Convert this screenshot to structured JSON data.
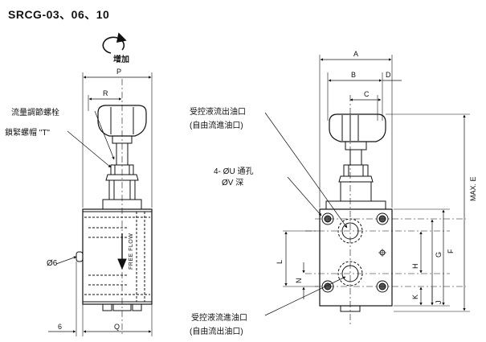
{
  "title": "SRCG-03、06、10",
  "rotation": {
    "label": "增加",
    "icon": "clockwise-rotation-arrow-icon"
  },
  "left_view": {
    "callouts": {
      "adjust_screw": "流量調節螺栓",
      "lock_nut": "鎖緊螺帽 \"T\"",
      "hole": "Ø6",
      "flow_text": "FREE FLOW"
    },
    "dims": {
      "P": "P",
      "R": "R",
      "Q": "Q",
      "six": "6"
    }
  },
  "right_view": {
    "callouts": {
      "outlet": "受控液流出油口",
      "outlet_sub": "(自由流進油口)",
      "holes": "4- ØU 通孔",
      "depth": "ØV 深",
      "inlet": "受控液流進油口",
      "inlet_sub": "(自由流出油口)"
    },
    "dims": {
      "A": "A",
      "B": "B",
      "C": "C",
      "D": "D",
      "E": "MAX. E",
      "F": "F",
      "G": "G",
      "H": "H",
      "J": "J",
      "K": "K",
      "L": "L",
      "N": "N"
    }
  },
  "colors": {
    "stroke": "#111111",
    "fill_dark": "#555555"
  }
}
